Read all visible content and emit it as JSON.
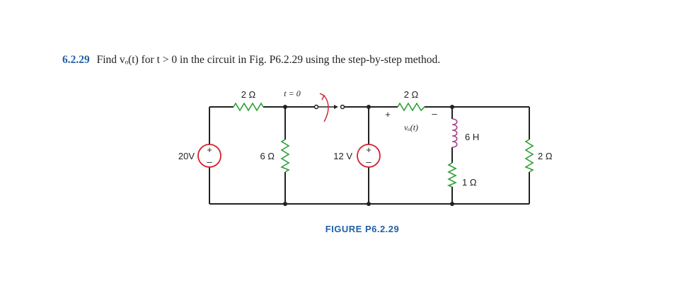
{
  "problem": {
    "number": "6.2.29",
    "text": "Find vₒ(t) for t > 0 in the circuit in Fig. P6.2.29 using the step-by-step method."
  },
  "circuit": {
    "source_left": "20V",
    "res_top_left": "2 Ω",
    "switch_label": "t = 0",
    "res_mid": "6 Ω",
    "source_mid": "12 V",
    "res_top_right": "2 Ω",
    "plus_sign": "+",
    "minus_sign": "–",
    "vo_label": "vₒ(t)",
    "inductor": "6 H",
    "res_bottom_right": "1 Ω",
    "res_far_right": "2 Ω",
    "source_plus": "+",
    "source_minus": "–"
  },
  "caption": "FIGURE P6.2.29"
}
